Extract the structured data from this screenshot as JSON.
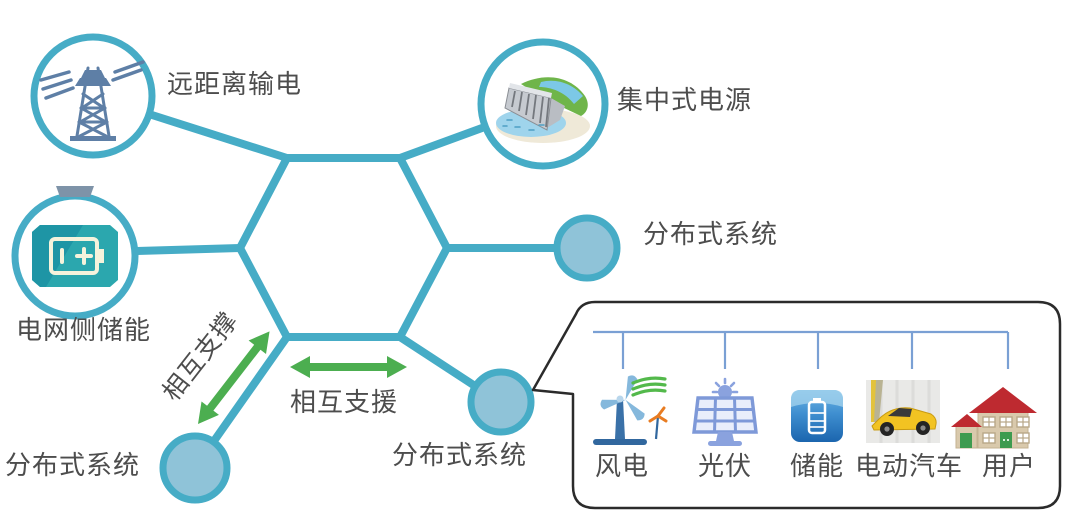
{
  "figure": {
    "title_hint": "distributed-energy-network-diagram",
    "colors": {
      "teal": "#46acc6",
      "node_fill": "#8fc3d8",
      "green": "#4cae50",
      "text": "#4d4d4d",
      "bus_blue": "#7aa0d4",
      "callout_border": "#2b2b2b",
      "tower_blue": "#5e7fa6",
      "storage_teal": "#2ba7ae",
      "house_red": "#be2a30"
    },
    "nodes": {
      "transmission": "远距离输电",
      "centralized": "集中式电源",
      "grid_storage": "电网侧储能",
      "distributed_right": "分布式系统",
      "distributed_bottom_left": "分布式系统",
      "distributed_bottom_center": "分布式系统"
    },
    "arrows": {
      "diagonal": "相互支撑",
      "horizontal": "相互支援"
    },
    "callout": {
      "items": [
        {
          "icon": "wind-turbine-icon",
          "label": "风电"
        },
        {
          "icon": "solar-panel-icon",
          "label": "光伏"
        },
        {
          "icon": "battery-storage-icon",
          "label": "储能"
        },
        {
          "icon": "electric-car-icon",
          "label": "电动汽车"
        },
        {
          "icon": "house-icon",
          "label": "用户"
        }
      ]
    }
  }
}
